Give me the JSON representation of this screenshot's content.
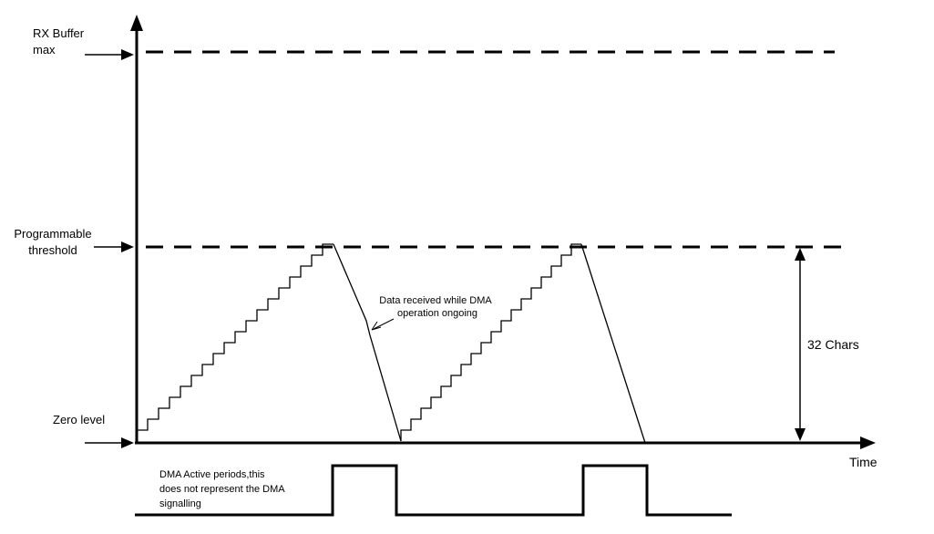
{
  "diagram": {
    "y_axis_labels": {
      "rx_buffer_max_line1": "RX Buffer",
      "rx_buffer_max_line2": "max",
      "threshold_line1": "Programmable",
      "threshold_line2": "threshold",
      "zero_level": "Zero level"
    },
    "x_axis_label": "Time",
    "annotations": {
      "data_received_line1": "Data received while DMA",
      "data_received_line2": "operation ongoing",
      "chars_span": "32 Chars",
      "dma_note_line1": "DMA Active periods,this",
      "dma_note_line2": "does not represent the DMA",
      "dma_note_line3": "signalling"
    },
    "colors": {
      "stroke": "#000000",
      "background": "#ffffff"
    }
  }
}
